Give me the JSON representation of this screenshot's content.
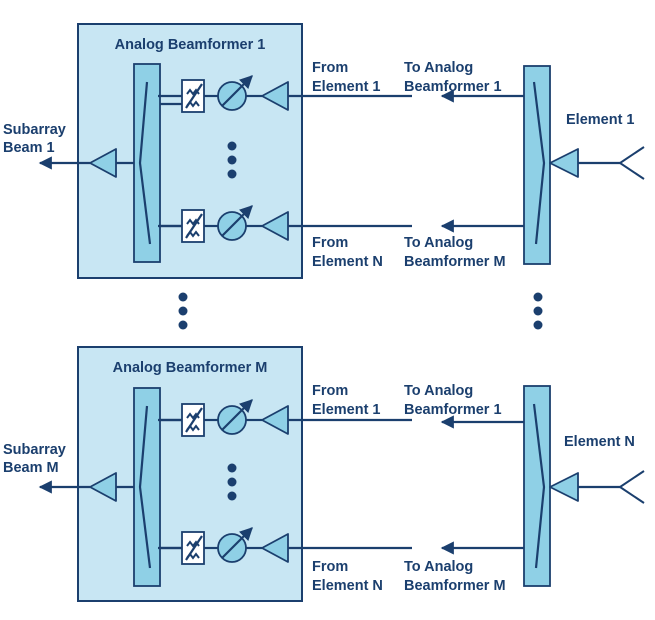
{
  "colors": {
    "navy": "#1b3f6e",
    "box_fill": "#c8e6f3",
    "component_fill": "#8fd0e6"
  },
  "beamformer_1": {
    "title": "Analog Beamformer 1",
    "output_label": [
      "Subarray",
      "Beam 1"
    ],
    "input_top_label": [
      "From",
      "Element 1"
    ],
    "input_bottom_label": [
      "From",
      "Element N"
    ]
  },
  "beamformer_m": {
    "title": "Analog Beamformer M",
    "output_label": [
      "Subarray",
      "Beam M"
    ],
    "input_top_label": [
      "From",
      "Element 1"
    ],
    "input_bottom_label": [
      "From",
      "Element N"
    ]
  },
  "element_1": {
    "label": "Element 1",
    "output_top_label": [
      "To Analog",
      "Beamformer 1"
    ],
    "output_bottom_label": [
      "To Analog",
      "Beamformer M"
    ]
  },
  "element_n": {
    "label": "Element N",
    "output_top_label": [
      "To Analog",
      "Beamformer 1"
    ],
    "output_bottom_label": [
      "To Analog",
      "Beamformer M"
    ]
  }
}
